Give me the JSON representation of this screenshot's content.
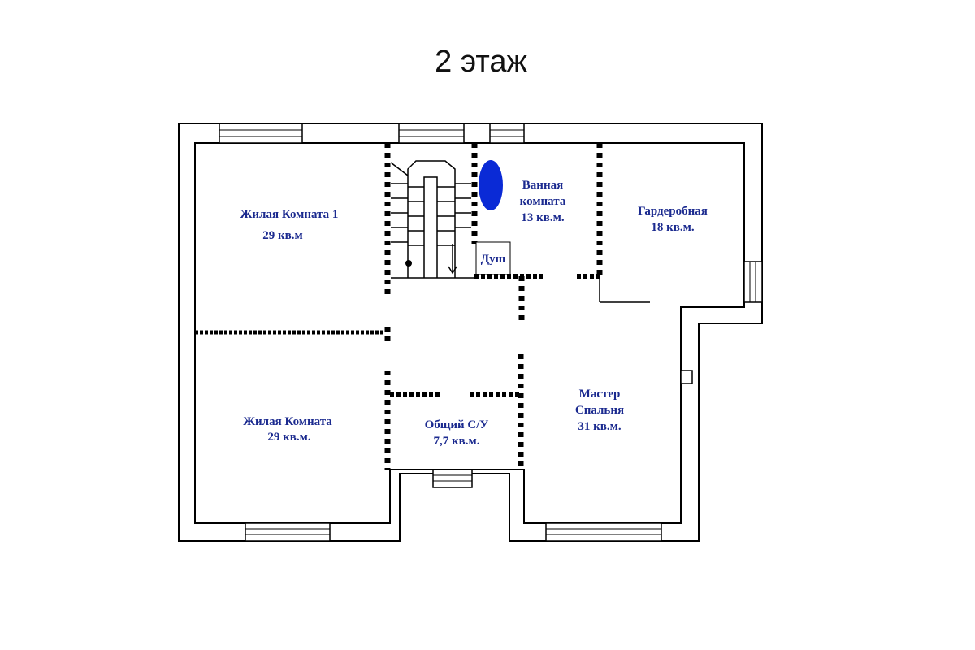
{
  "title": "2 этаж",
  "rooms": {
    "living1": {
      "name": "Жилая Комната 1",
      "area": "29 кв.м"
    },
    "living2": {
      "name": "Жилая Комната",
      "area": "29 кв.м."
    },
    "bath": {
      "name_line1": "Ванная",
      "name_line2": "комната",
      "area": "13 кв.м."
    },
    "wardrobe": {
      "name": "Гардеробная",
      "area": "18 кв.м."
    },
    "shared_wc": {
      "name": "Общий С/У",
      "area": "7,7 кв.м."
    },
    "master": {
      "name_line1": "Мастер",
      "name_line2": "Спальня",
      "area": "31 кв.м."
    },
    "shower": {
      "name": "Душ"
    }
  },
  "colors": {
    "label": "#1b2a8f",
    "bathtub": "#0a2ad6"
  }
}
